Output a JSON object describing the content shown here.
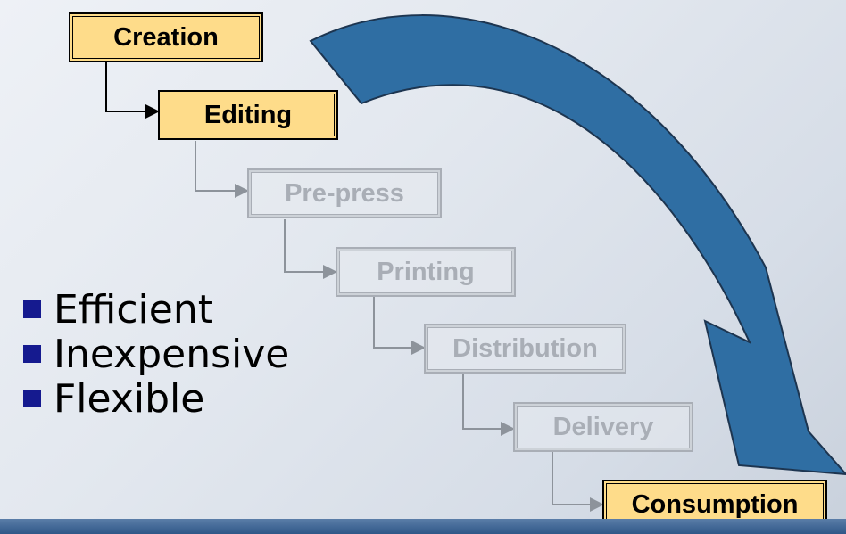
{
  "flow": {
    "steps": [
      {
        "label": "Creation",
        "state": "active"
      },
      {
        "label": "Editing",
        "state": "active"
      },
      {
        "label": "Pre-press",
        "state": "faded"
      },
      {
        "label": "Printing",
        "state": "faded"
      },
      {
        "label": "Distribution",
        "state": "faded"
      },
      {
        "label": "Delivery",
        "state": "faded"
      },
      {
        "label": "Consumption",
        "state": "active"
      }
    ]
  },
  "benefits": {
    "items": [
      "Efficient",
      "Inexpensive",
      "Flexible"
    ]
  },
  "colors": {
    "active_fill": "#fedc8a",
    "faded_text": "#a9aeb6",
    "bypass_arrow": "#2f6ea3",
    "bullet": "#151a8f"
  }
}
